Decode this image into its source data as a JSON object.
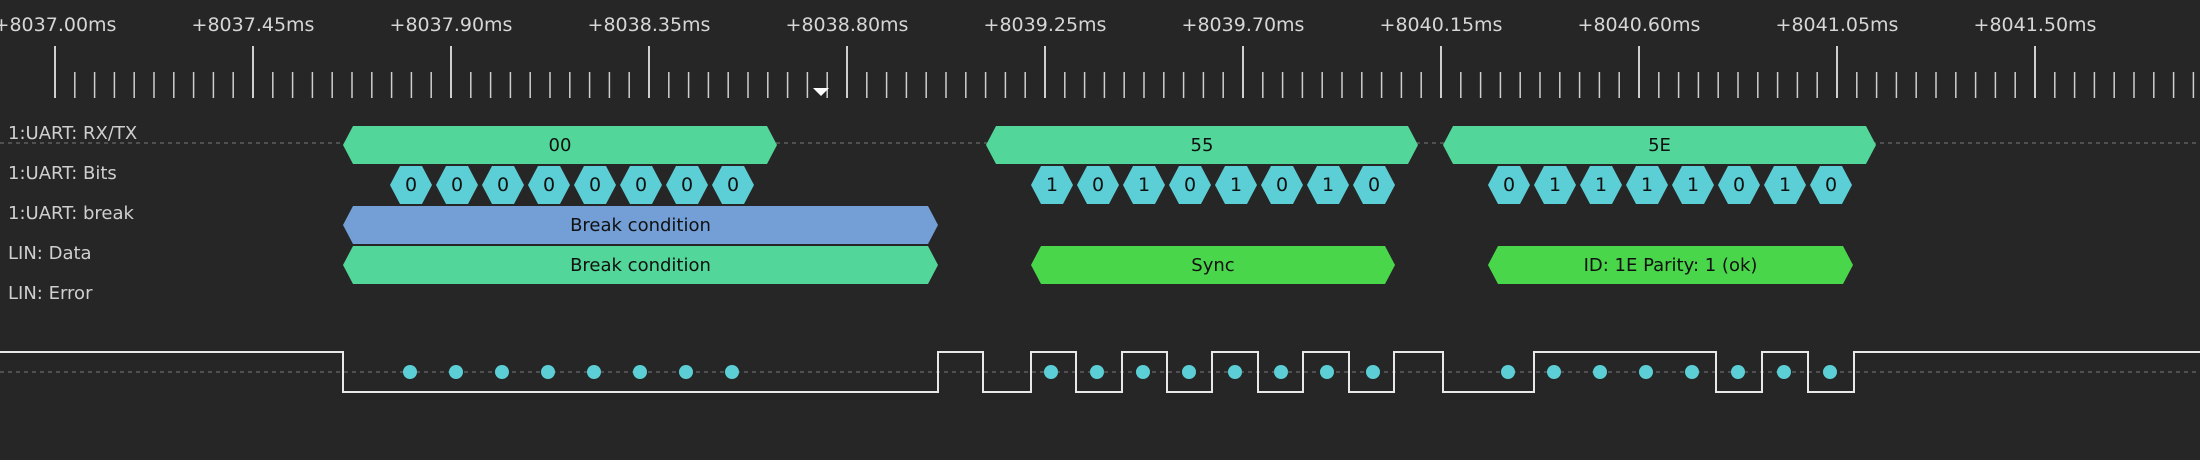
{
  "colors": {
    "background": "#262626",
    "uart_frame": "#52d699",
    "uart_bit": "#5ccfd6",
    "break": "#739fd6",
    "lin_sync": "#4ad64a",
    "waveform": "#e8e8e8",
    "sample_dot": "#5ccfd6",
    "dashed_line": "#7a7a7a",
    "tick": "#cfcfcf"
  },
  "timeline": {
    "labels": [
      "+8037.00ms",
      "+8037.45ms",
      "+8037.90ms",
      "+8038.35ms",
      "+8038.80ms",
      "+8039.25ms",
      "+8039.70ms",
      "+8040.15ms",
      "+8040.60ms",
      "+8041.05ms",
      "+8041.50ms"
    ],
    "cursor_marker": "cursor-triangle-icon"
  },
  "rows": [
    {
      "label": "1:UART: RX/TX"
    },
    {
      "label": "1:UART: Bits"
    },
    {
      "label": "1:UART: break"
    },
    {
      "label": "LIN: Data"
    },
    {
      "label": "LIN: Error"
    }
  ],
  "uart_frames": [
    "00",
    "55",
    "5E"
  ],
  "uart_bits": [
    [
      "0",
      "0",
      "0",
      "0",
      "0",
      "0",
      "0",
      "0"
    ],
    [
      "1",
      "0",
      "1",
      "0",
      "1",
      "0",
      "1",
      "0"
    ],
    [
      "0",
      "1",
      "1",
      "1",
      "1",
      "0",
      "1",
      "0"
    ]
  ],
  "uart_break": "Break condition",
  "lin_data": [
    "Break condition",
    "Sync",
    "ID: 1E Parity: 1 (ok)"
  ],
  "waveform_bits": {
    "frame_00": [
      0,
      0,
      0,
      0,
      0,
      0,
      0,
      0,
      0,
      0,
      0,
      0,
      0
    ],
    "frame_55": [
      1,
      0,
      1,
      0,
      1,
      0,
      1,
      0
    ],
    "frame_5E": [
      0,
      1,
      1,
      1,
      1,
      0,
      1,
      0
    ]
  }
}
